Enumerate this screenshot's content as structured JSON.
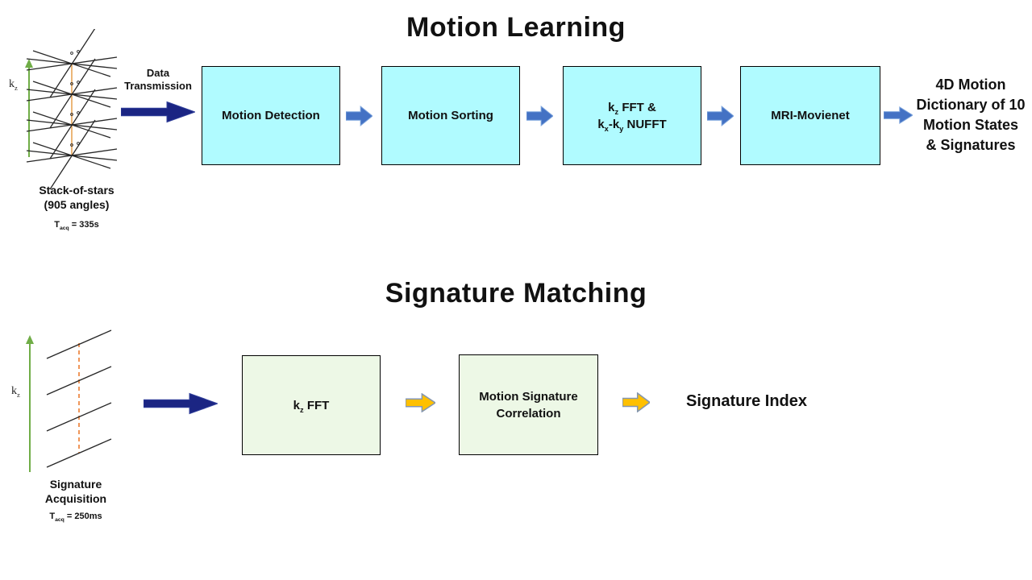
{
  "colors": {
    "navy_arrow": "#1B2583",
    "navy_arrow_edge": "#31409B",
    "blue_arrow": "#4472C4",
    "blue_arrow_edge": "#7FA6DD",
    "yellow_arrow": "#FFC000",
    "yellow_arrow_edge": "#8496B0",
    "cyan_box": "#B0FBFF",
    "green_box": "#EDF8E6",
    "axis_green": "#70AD47",
    "orange_line": "#E8A558",
    "orange_dashed": "#ED7D31"
  },
  "learning": {
    "title": "Motion Learning",
    "data_transmission_line1": "Data",
    "data_transmission_line2": "Transmission",
    "figure": {
      "axis_pre": "k",
      "axis_sub": "z",
      "caption1": "Stack-of-stars",
      "caption2": "(905 angles)",
      "tacq_pre": "T",
      "tacq_sub": "acq",
      "tacq_post": " = 335s"
    },
    "box1": "Motion Detection",
    "box2": "Motion Sorting",
    "box3_l1_pre": "k",
    "box3_l1_sub": "z",
    "box3_l1_post": " FFT &",
    "box3_l2_p1": "k",
    "box3_l2_s1": "x",
    "box3_l2_p2": "-k",
    "box3_l2_s2": "y",
    "box3_l2_p3": " NUFFT",
    "box4": "MRI-Movienet",
    "output_line1": "4D Motion",
    "output_line2": "Dictionary of 10",
    "output_line3": "Motion States",
    "output_line4": "& Signatures"
  },
  "matching": {
    "title": "Signature Matching",
    "figure": {
      "axis_pre": "k",
      "axis_sub": "z",
      "caption1": "Signature",
      "caption2": "Acquisition",
      "tacq_pre": "T",
      "tacq_sub": "acq",
      "tacq_post": " = 250ms"
    },
    "box1_pre": "k",
    "box1_sub": "z",
    "box1_post": " FFT",
    "box2_line1": "Motion Signature",
    "box2_line2": "Correlation",
    "output": "Signature Index"
  }
}
